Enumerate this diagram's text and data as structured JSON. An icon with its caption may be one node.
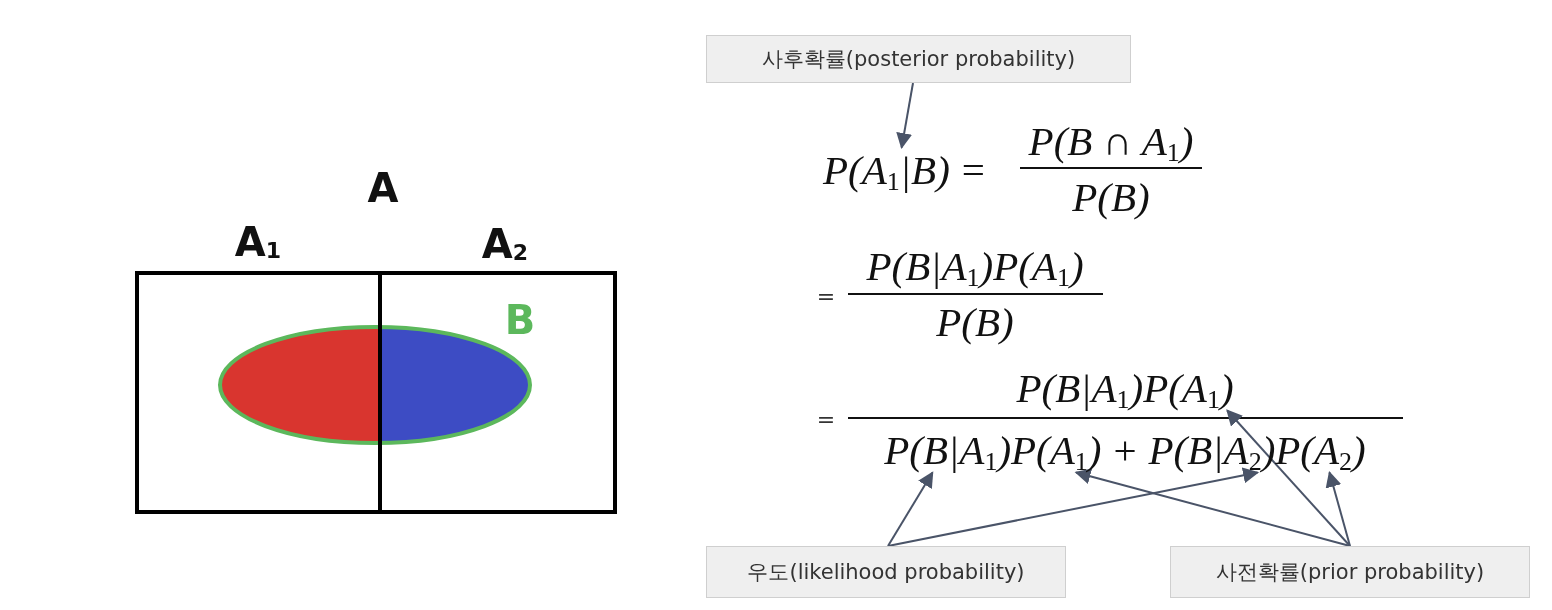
{
  "diagram": {
    "nodes": [
      {
        "text": [
          "사후확률(posterior probability)"
        ]
      },
      {
        "text": [
          "P(A$_{1}$|B)"
        ]
      },
      {
        "text": [
          "P(A$_{1}$)"
        ]
      },
      {
        "text": [
          "P(B|A$_{1}$)"
        ]
      },
      {
        "text": [
          "P(A$_{1}$)"
        ]
      },
      {
        "text": [
          "P(B|A$_{2}$)"
        ]
      },
      {
        "text": [
          "P(A$_{2}$)"
        ]
      },
      {
        "text": [
          "우도(likelihood probability)"
        ]
      },
      {
        "text": [
          "사전확률(prior probability)"
        ]
      }
    ],
    "edges": [
      {
        "from": 0,
        "to": 1,
        "arrow": "to"
      },
      {
        "from": 7,
        "to": 3,
        "arrow": "to"
      },
      {
        "from": 7,
        "to": 5,
        "arrow": "to"
      },
      {
        "from": 8,
        "to": 2,
        "arrow": "to"
      },
      {
        "from": 8,
        "to": 4,
        "arrow": "to"
      },
      {
        "from": 8,
        "to": 6,
        "arrow": "to"
      }
    ],
    "labels": [
      "A",
      "A$_{1}$",
      "A$_{2}$",
      "B",
      "=",
      "P(B ∩ A$_{1}$)",
      "P(B)",
      "=",
      "P(B|A$_{1}$)P(A$_{1}$)",
      "P(B)",
      "=",
      "P(B|A$_{1}$)",
      "+"
    ]
  }
}
